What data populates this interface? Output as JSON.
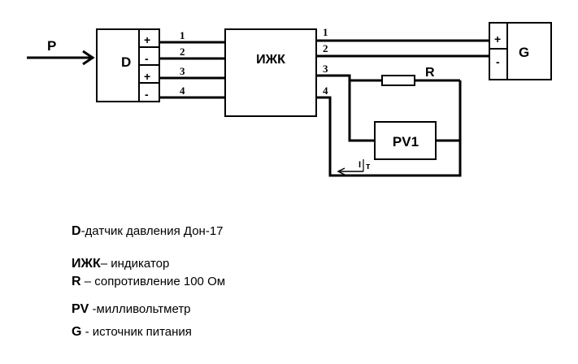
{
  "diagram": {
    "input_label": "P",
    "sensor_label": "D",
    "indicator_label": "ИЖК",
    "source_label": "G",
    "resistor_label": "R",
    "meter_label": "PV1",
    "current_label": "I",
    "current_subscript": "т",
    "sensor_terminals": [
      "+",
      "-",
      "+",
      "-"
    ],
    "source_terminals": [
      "+",
      "-"
    ],
    "left_wires": [
      "1",
      "2",
      "3",
      "4"
    ],
    "right_wires": [
      "1",
      "2",
      "3",
      "4"
    ]
  },
  "legend": [
    {
      "symbol": "D",
      "description": "-датчик давления Дон-17"
    },
    {
      "symbol": "ИЖК",
      "description": "–   индикатор"
    },
    {
      "symbol": "R",
      "description": " –  сопротивление 100 Ом"
    },
    {
      "symbol": "PV",
      "description": " -милливольтметр"
    },
    {
      "symbol": "G",
      "description": "   - источник питания"
    }
  ]
}
